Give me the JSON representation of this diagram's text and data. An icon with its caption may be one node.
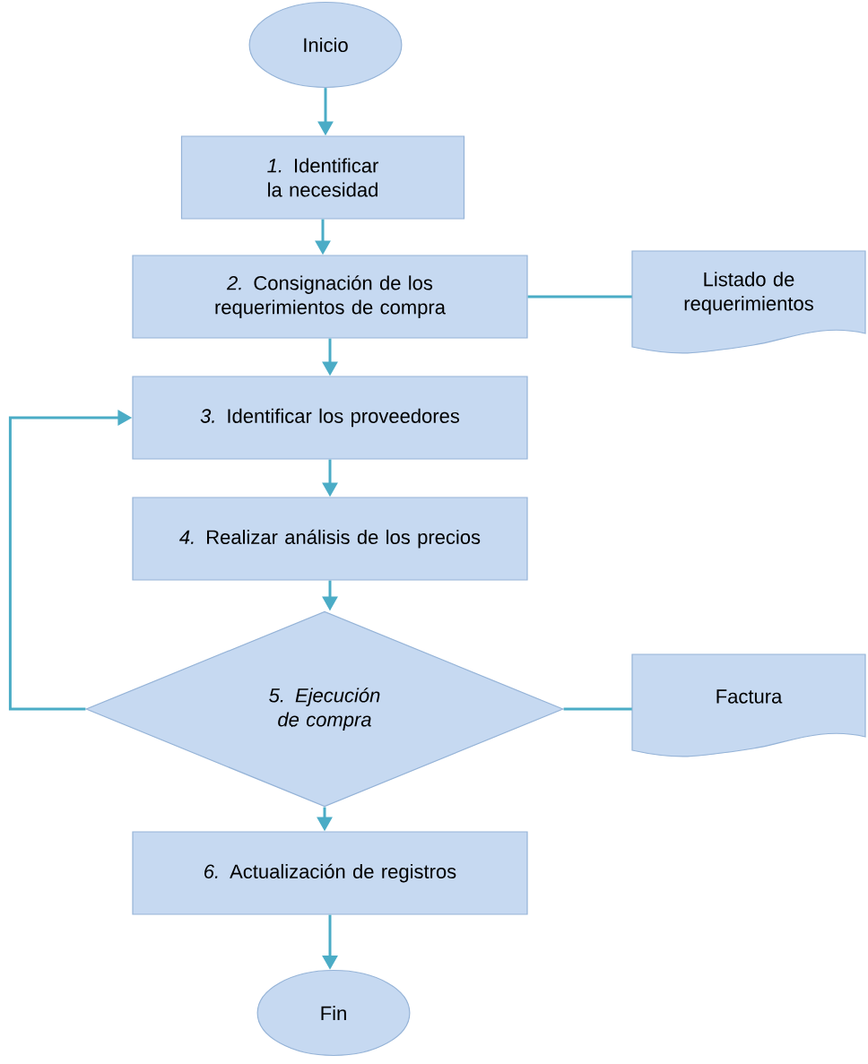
{
  "diagram": {
    "nodes": [
      {
        "text": [
          "Inicio"
        ]
      },
      {
        "text": [
          "*1.* Identificar la necesidad"
        ]
      },
      {
        "text": [
          "*2.* Consignación de los requerimientos de compra"
        ]
      },
      {
        "text": [
          "Listado de requerimientos"
        ]
      },
      {
        "text": [
          "*3.* Identificar los proveedores"
        ]
      },
      {
        "text": [
          "*4.* Realizar análisis de los precios"
        ]
      },
      {
        "text": [
          "5. Ejecución de compra"
        ]
      },
      {
        "text": [
          "Factura"
        ]
      },
      {
        "text": [
          "*6.* Actualización de registros"
        ]
      },
      {
        "text": [
          "Fin"
        ]
      }
    ],
    "edges": [
      {
        "from": 0,
        "to": 1,
        "arrow": "to"
      },
      {
        "from": 1,
        "to": 2,
        "arrow": "to"
      },
      {
        "from": 2,
        "to": 3,
        "arrow": "none"
      },
      {
        "from": 2,
        "to": 4,
        "arrow": "to"
      },
      {
        "from": 4,
        "to": 5,
        "arrow": "to"
      },
      {
        "from": 5,
        "to": 6,
        "arrow": "to"
      },
      {
        "from": 6,
        "to": 7,
        "arrow": "none"
      },
      {
        "from": 6,
        "to": 4,
        "arrow": "to"
      },
      {
        "from": 6,
        "to": 8,
        "arrow": "to"
      },
      {
        "from": 8,
        "to": 9,
        "arrow": "to"
      }
    ]
  }
}
